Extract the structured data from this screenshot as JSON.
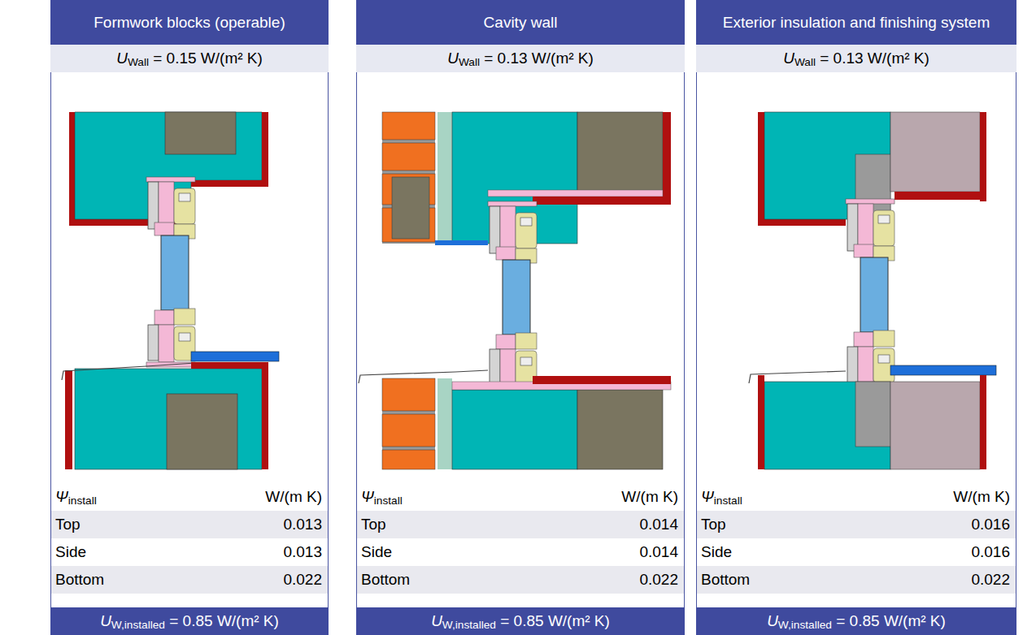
{
  "diagram": {
    "nodes": [
      {
        "text": [
          "Formwork blocks (operable)"
        ]
      },
      {
        "text": [
          "UWall = 0.15 W/(m² K)"
        ]
      },
      {
        "text": [
          "UW,installed = 0.85 W/(m² K)"
        ]
      },
      {
        "text": [
          "Cavity wall"
        ]
      },
      {
        "text": [
          "UWall = 0.13 W/(m² K)"
        ]
      },
      {
        "text": [
          "UW,installed = 0.85 W/(m² K)"
        ]
      },
      {
        "text": [
          "Exterior insulation and finishing system"
        ]
      },
      {
        "text": [
          "UWall = 0.13 W/(m² K)"
        ]
      },
      {
        "text": [
          "UW,installed = 0.85 W/(m² K)"
        ]
      }
    ],
    "labels": [
      "Ψinstall",
      "W/(m K)",
      "Top",
      "0.013",
      "Side",
      "0.013",
      "Bottom",
      "0.022",
      "Ψinstall",
      "W/(m K)",
      "Top",
      "0.014",
      "Side",
      "0.014",
      "Bottom",
      "0.022",
      "Ψinstall",
      "W/(m K)",
      "Top",
      "0.016",
      "Side",
      "0.016",
      "Bottom",
      "0.022"
    ]
  }
}
